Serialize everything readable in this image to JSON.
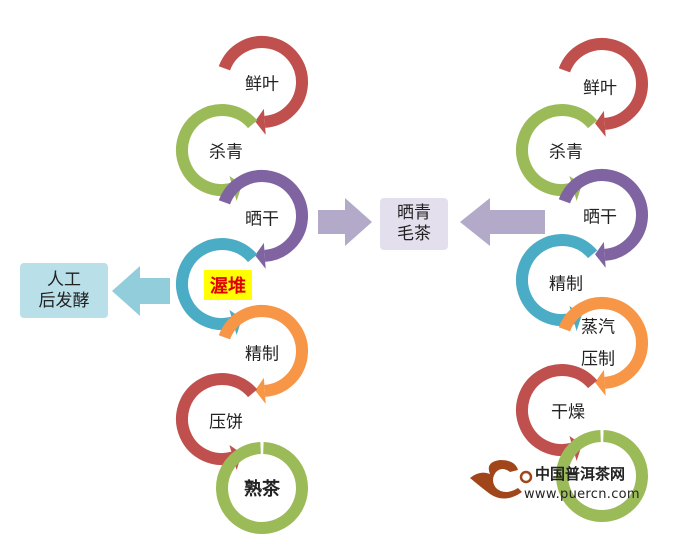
{
  "colors": {
    "red": "#c0504d",
    "green": "#9bbb59",
    "purple": "#8064a2",
    "cyan": "#4bacc6",
    "orange": "#f79646",
    "midArrow": "#b3a9c9",
    "blueArrow": "#92cddc"
  },
  "left_chain": {
    "fresh_leaf": "鲜叶",
    "kill_green": "杀青",
    "sun_dry": "晒干",
    "wet_pile": "渥堆",
    "refine": "精制",
    "press_cake": "压饼",
    "ripe_tea": "熟茶"
  },
  "right_chain": {
    "fresh_leaf": "鲜叶",
    "kill_green": "杀青",
    "sun_dry": "晒干",
    "refine": "精制",
    "steam": "蒸汽",
    "press": "压制",
    "dry": "干燥"
  },
  "center_box": {
    "line1": "晒青",
    "line2": "毛茶"
  },
  "fermentation_box": {
    "line1": "人工",
    "line2": "后发酵"
  },
  "logo": {
    "name": "中国普洱茶网",
    "url": "www.puercn.com"
  }
}
